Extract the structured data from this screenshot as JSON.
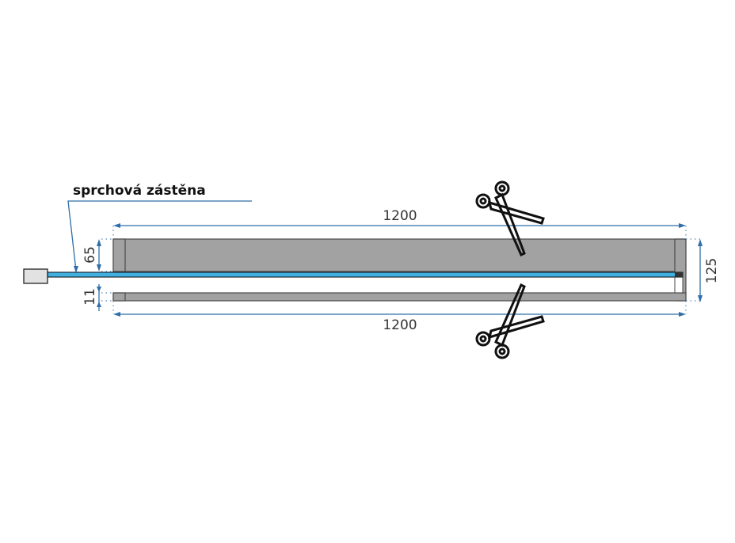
{
  "label": "sprchová zástěna",
  "dimensions": {
    "top_length": "1200",
    "bottom_length": "1200",
    "top_profile_height": "65",
    "bottom_profile_height": "11",
    "total_height": "125"
  },
  "colors": {
    "glass": "#3fb0e0",
    "profile": "#a2a2a2",
    "dimension": "#2f6ea8"
  },
  "icons": [
    "scissors-icon",
    "scissors-icon"
  ]
}
